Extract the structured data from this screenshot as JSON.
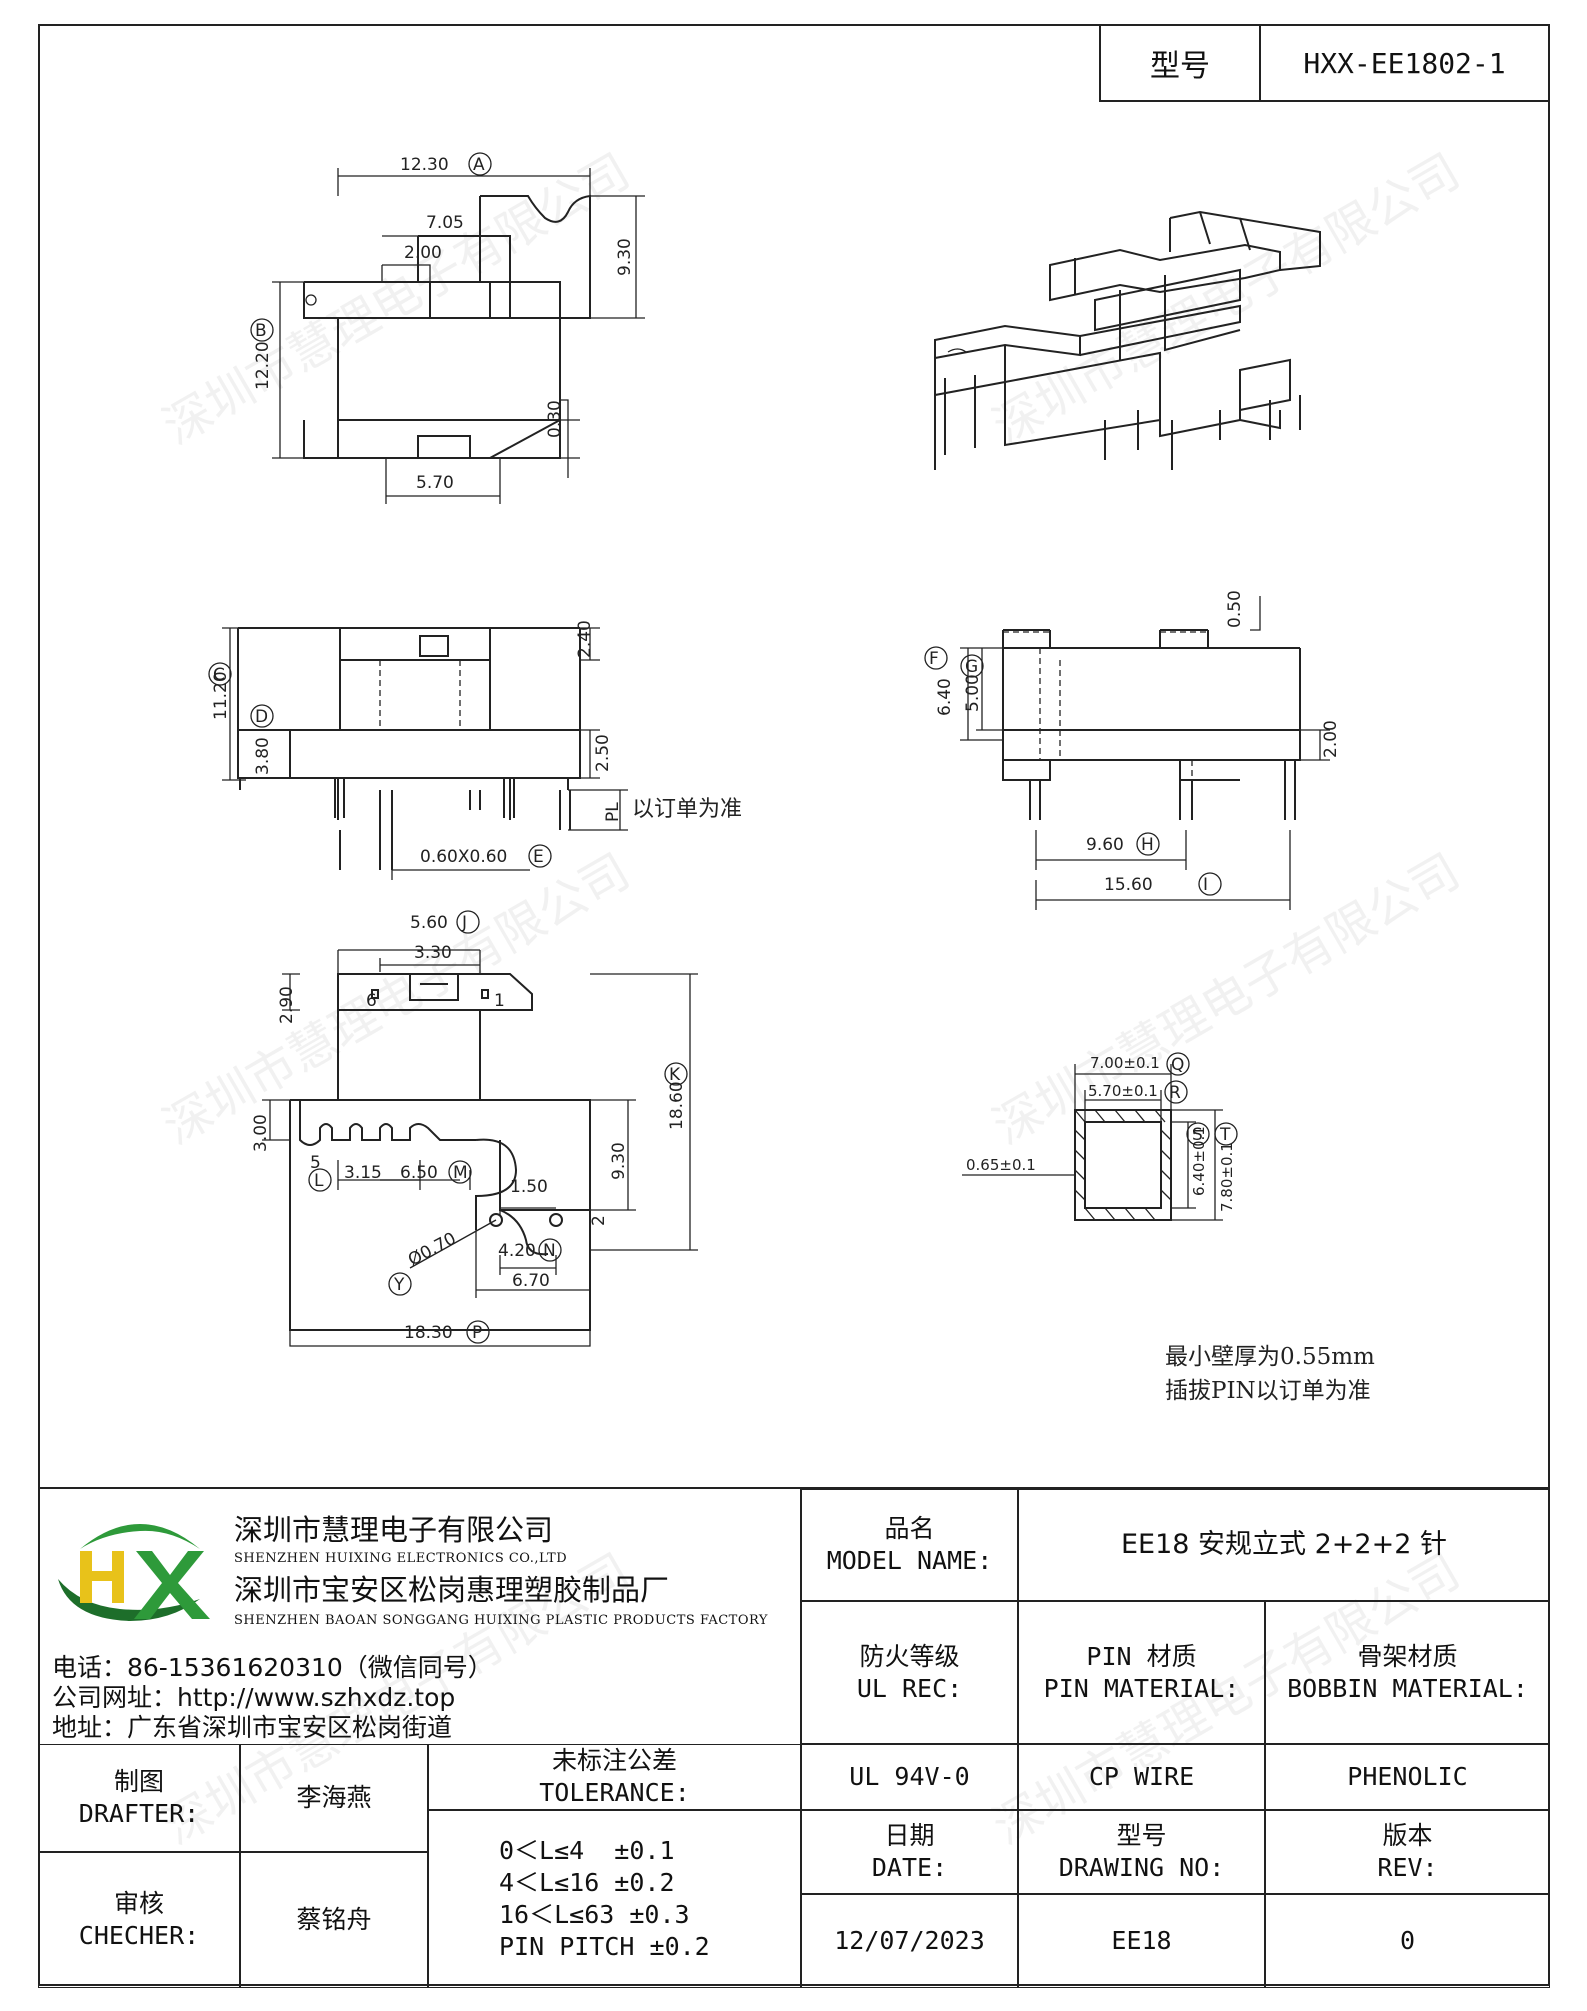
{
  "header": {
    "model_label": "型号",
    "model_value": "HXX-EE1802-1"
  },
  "watermark": "深圳市慧理电子有限公司",
  "drawing": {
    "dims_top": {
      "a": "12.30",
      "a_tag": "A",
      "b": "12.20",
      "b_tag": "B",
      "w705": "7.05",
      "w200": "2.00",
      "h930": "9.30",
      "h030": "0.30",
      "w570": "5.70"
    },
    "dims_side": {
      "c": "11.20",
      "c_tag": "C",
      "d": "3.80",
      "d_tag": "D",
      "h240": "2.40",
      "h250": "2.50",
      "pl": "PL",
      "pl_note": "以订单为准",
      "pin": "0.60X0.60",
      "e_tag": "E"
    },
    "dims_front": {
      "f": "6.40",
      "f_tag": "F",
      "g": "5.00",
      "g_tag": "G",
      "h050": "0.50",
      "h200": "2.00",
      "h": "9.60",
      "h_tag": "H",
      "i": "15.60",
      "i_tag": "I"
    },
    "dims_bottom": {
      "j": "5.60",
      "j_tag": "J",
      "w330": "3.30",
      "h290": "2.90",
      "h300": "3.00",
      "k": "18.60",
      "k_tag": "K",
      "l_tag": "L",
      "w315": "3.15",
      "m": "6.50",
      "m_tag": "M",
      "w150": "1.50",
      "h930": "9.30",
      "n": "4.20",
      "n_tag": "N",
      "w670": "6.70",
      "p": "18.30",
      "p_tag": "P",
      "dia": "Ø0.70",
      "dia_tag": "Y",
      "pin1": "1",
      "pin2": "2",
      "pin5": "5",
      "pin6": "6"
    },
    "dims_section": {
      "q": "7.00±0.1",
      "q_tag": "Q",
      "r": "5.70±0.1",
      "r_tag": "R",
      "wall": "0.65±0.1",
      "s": "6.40±0.1",
      "s_tag": "S",
      "t": "7.80±0.1",
      "t_tag": "T"
    },
    "notes": [
      "最小壁厚为0.55mm",
      "插拔PIN以订单为准"
    ]
  },
  "company": {
    "name_cn": "深圳市慧理电子有限公司",
    "name_en": "SHENZHEN HUIXING ELECTRONICS CO.,LTD",
    "factory_cn": "深圳市宝安区松岗惠理塑胶制品厂",
    "factory_en": "SHENZHEN BAOAN SONGGANG HUIXING PLASTIC PRODUCTS FACTORY",
    "phone": "电话：86-15361620310（微信同号）",
    "website": "公司网址：http://www.szhxdz.top",
    "address": "地址：广东省深圳市宝安区松岗街道",
    "logo_text": "HX",
    "logo_colors": {
      "green": "#2e9a3a",
      "yellow": "#e8c21a",
      "dark_green": "#1d6e2a"
    }
  },
  "table": {
    "model_name_label_cn": "品名",
    "model_name_label_en": "MODEL NAME:",
    "model_name_value": "EE18 安规立式 2+2+2 针",
    "ul_label_cn": "防火等级",
    "ul_label_en": "UL REC:",
    "pin_label_cn": "PIN 材质",
    "pin_label_en": "PIN MATERIAL:",
    "bobbin_label_cn": "骨架材质",
    "bobbin_label_en": "BOBBIN MATERIAL:",
    "ul_value": "UL 94V-0",
    "pin_value": "CP WIRE",
    "bobbin_value": "PHENOLIC",
    "drafter_label_cn": "制图",
    "drafter_label_en": "DRAFTER:",
    "drafter_value": "李海燕",
    "checker_label_cn": "审核",
    "checker_label_en": "CHECHER:",
    "checker_value": "蔡铭舟",
    "tolerance_label_cn": "未标注公差",
    "tolerance_label_en": "TOLERANCE:",
    "tolerances": [
      "0＜L≤4  ±0.1",
      "4＜L≤16 ±0.2",
      "16＜L≤63 ±0.3",
      "PIN PITCH ±0.2"
    ],
    "date_label_cn": "日期",
    "date_label_en": "DATE:",
    "date_value": "12/07/2023",
    "drawing_no_label_cn": "型号",
    "drawing_no_label_en": "DRAWING NO:",
    "drawing_no_value": "EE18",
    "rev_label_cn": "版本",
    "rev_label_en": "REV:",
    "rev_value": "0"
  }
}
